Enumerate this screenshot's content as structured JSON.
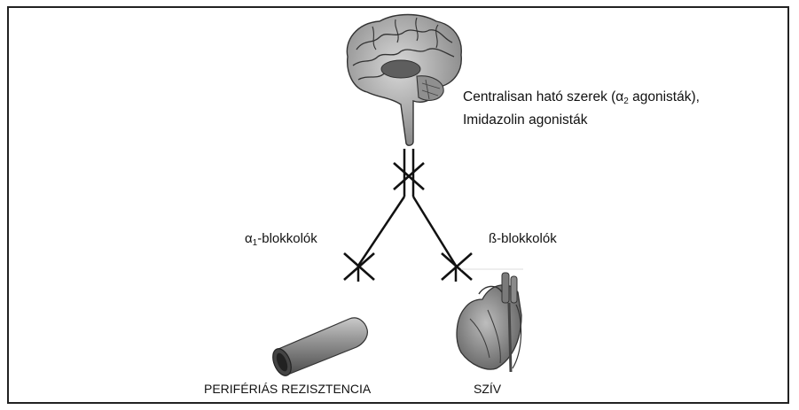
{
  "labels": {
    "central_line1_pre": "Centralisan ható szerek (α",
    "central_line1_sub": "2",
    "central_line1_post": " agonisták),",
    "central_line2": "Imidazolin agonisták",
    "alpha_pre": "α",
    "alpha_sub": "1",
    "alpha_post": "-blokkolók",
    "beta": "ß-blokkolók",
    "peripheral": "PERIFÉRIÁS REZISZTENCIA",
    "heart": "SZÍV"
  },
  "icons": {
    "brain": "brain-icon",
    "vessel": "blood-vessel-icon",
    "heart": "heart-icon"
  },
  "colors": {
    "line": "#111111",
    "brain": "#8a8a8a",
    "vessel": "#7a7a7a",
    "heart": "#6f6f6f"
  }
}
